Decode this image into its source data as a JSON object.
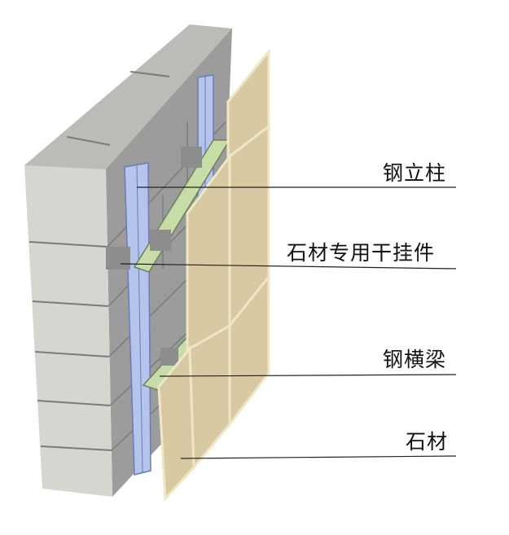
{
  "labels": {
    "steel_column": "钢立柱",
    "dry_hanger": "石材专用干挂件",
    "steel_beam": "钢横梁",
    "stone": "石材"
  },
  "colors": {
    "background": "#ffffff",
    "block_face": "#d7d5d0",
    "block_side": "#9c9c9c",
    "block_top": "#bdbbb6",
    "mortar": "#7b7b7b",
    "steel_column": "#b4c4ea",
    "steel_column_edge": "#6b7ab8",
    "steel_beam": "#c8dca8",
    "steel_beam_edge": "#6d7f5b",
    "bracket": "#8d8d8d",
    "stone": "#d9c9a2",
    "stone_edge": "#efe6c6",
    "leader_line": "#222222"
  }
}
